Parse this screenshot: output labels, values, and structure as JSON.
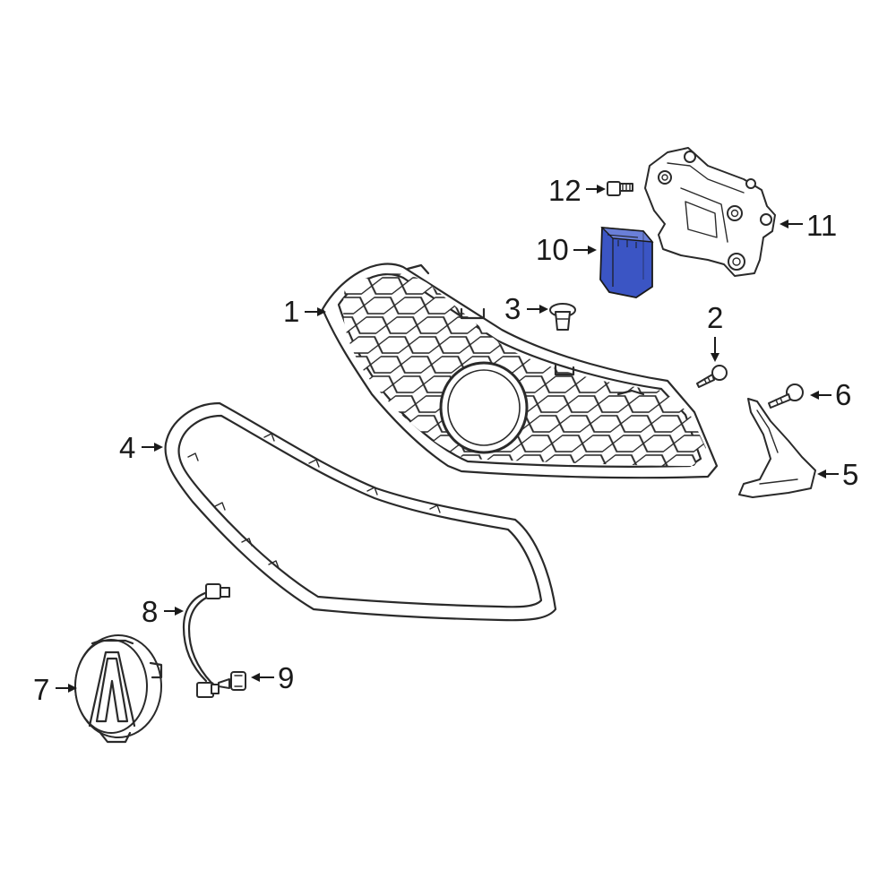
{
  "highlight_color": "#3b55c4",
  "line_color": "#2a2a2a",
  "callouts": {
    "c1": "1",
    "c2": "2",
    "c3": "3",
    "c4": "4",
    "c5": "5",
    "c6": "6",
    "c7": "7",
    "c8": "8",
    "c9": "9",
    "c10": "10",
    "c11": "11",
    "c12": "12"
  }
}
